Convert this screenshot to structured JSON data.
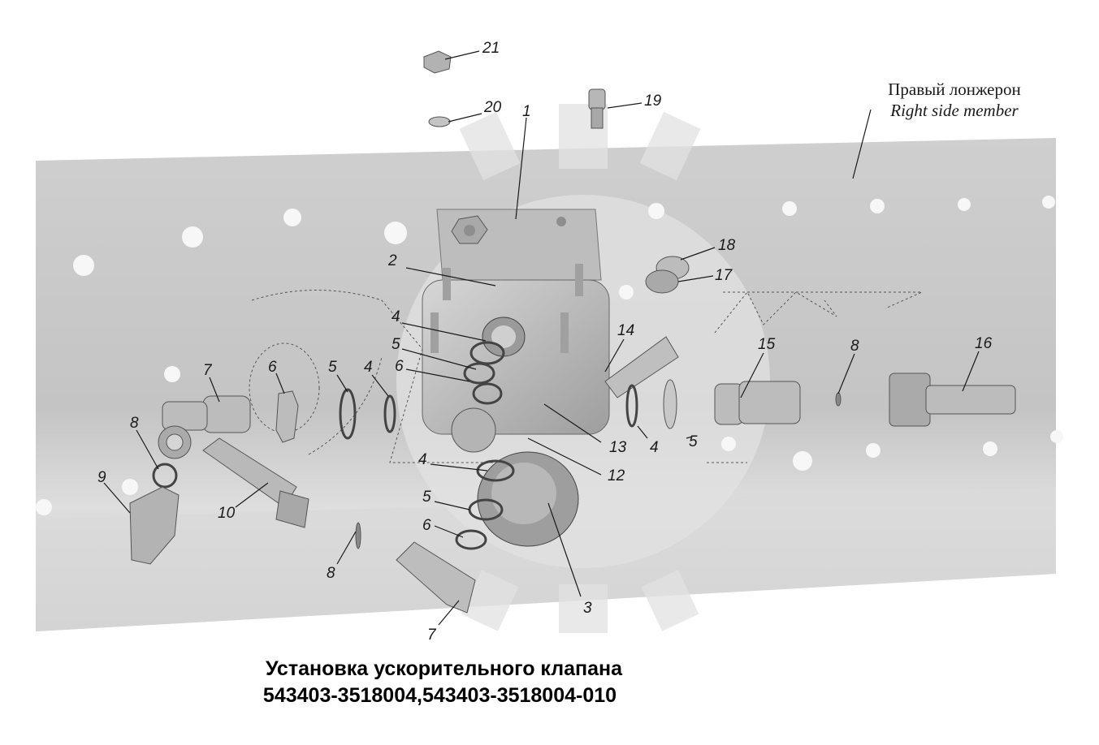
{
  "title_line1": "Установка ускорительного клапана",
  "title_line2": "543403-3518004,543403-3518004-010",
  "side_member_ru": "Правый лонжерон",
  "side_member_en": "Right side member",
  "callouts": {
    "c21": "21",
    "c20": "20",
    "c19": "19",
    "c1": "1",
    "c2": "2",
    "c18": "18",
    "c17": "17",
    "c4a": "4",
    "c5a": "5",
    "c6a": "6",
    "c14": "14",
    "c7a": "7",
    "c6b": "6",
    "c5b": "5",
    "c4b": "4",
    "c15": "15",
    "c8a": "8",
    "c16": "16",
    "c8b": "8",
    "c13": "13",
    "c4c": "4",
    "c5c": "5",
    "c9": "9",
    "c10": "10",
    "c4d": "4",
    "c12": "12",
    "c5d": "5",
    "c6c": "6",
    "c8c": "8",
    "c3": "3",
    "c7b": "7"
  },
  "colors": {
    "frame": "#c8c8c8",
    "part": "#b9b9b9",
    "line": "#333333",
    "watermark": "#dcdcdc"
  }
}
